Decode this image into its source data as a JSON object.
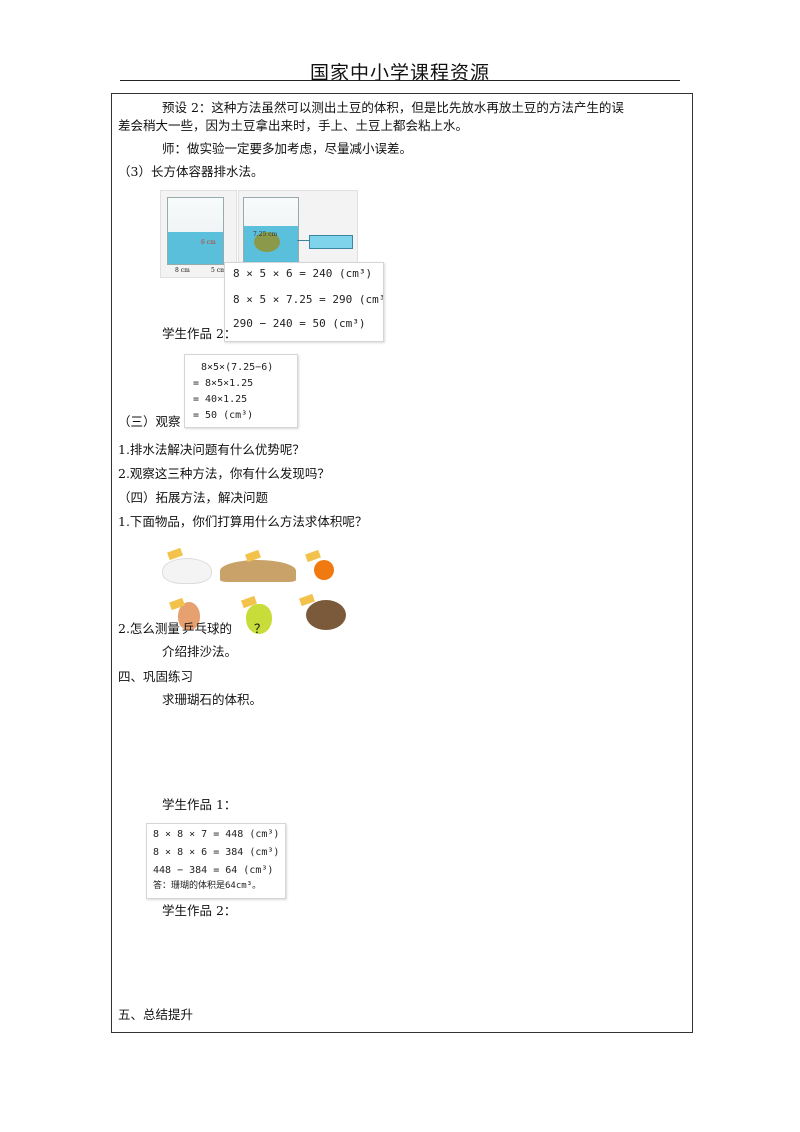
{
  "header": {
    "title": "国家中小学课程资源"
  },
  "content": {
    "preset2_line1": "预设 2：这种方法虽然可以测出土豆的体积，但是比先放水再放土豆的方法产生的误",
    "preset2_line2": "差会稍大一些，因为土豆拿出来时，手上、土豆上都会粘上水。",
    "teacher_line": "师：做实验一定要多加考虑，尽量减小误差。",
    "method3": "（3）长方体容器排水法。",
    "tank_labels": {
      "a": "8 cm",
      "b": "5 cm",
      "c": "6 cm",
      "d": "7.25 cm"
    },
    "work1_lines": [
      "8 × 5 × 6 = 240 (cm³)",
      "8 × 5 × 7.25 = 290 (cm³)",
      "290 − 240 = 50 (cm³)"
    ],
    "student_work_2a": "学生作品 2：",
    "work2_lines": [
      "8×5×(7.25−6)",
      "= 8×5×1.25",
      "= 40×1.25",
      "= 50 (cm³)"
    ],
    "section3": "（三）观察",
    "q1": "1.排水法解决问题有什么优势呢？",
    "q2": "2.观察这三种方法，你有什么发现吗？",
    "section4": "（四）拓展方法，解决问题",
    "q3": "1.下面物品，你们打算用什么方法求体积呢？",
    "q4_a": "2.怎么测量",
    "q4_b": "乒乓球的",
    "q4_c": "？",
    "sand_method": "介绍排沙法。",
    "part4": "四、巩固练习",
    "coral": "求珊瑚石的体积。",
    "student_work_1": "学生作品 1：",
    "work3_lines": [
      "8 × 8 × 7 = 448 (cm³)",
      "8 × 8 × 6 = 384 (cm³)",
      "448 − 384 = 64 (cm³)",
      "答：珊瑚的体积是64cm³。"
    ],
    "student_work_2b": "学生作品 2：",
    "part5": "五、总结提升"
  },
  "colors": {
    "water": "#3fb6d6",
    "tag": "#f2c24a",
    "orange": "#f07a10",
    "pear": "#c8dc3a",
    "egg": "#e7a070",
    "potato": "#7a5a3a",
    "sand": "#c9a26a"
  },
  "icons": [
    "salt-pile-icon",
    "sand-pile-icon",
    "orange-icon",
    "egg-icon",
    "pear-icon",
    "potato-icon"
  ]
}
